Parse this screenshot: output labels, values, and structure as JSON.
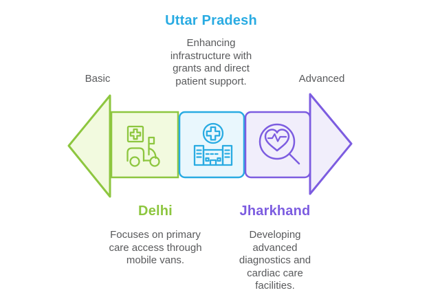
{
  "diagram": {
    "axis": {
      "left_label": "Basic",
      "right_label": "Advanced"
    },
    "top_item": {
      "title": "Uttar Pradesh",
      "description": "Enhancing\ninfrastructure with\ngrants and direct\npatient support.",
      "accent_color": "#29ABE2",
      "icon": "hospital-icon"
    },
    "bottom_items": [
      {
        "title": "Delhi",
        "description": "Focuses on primary\ncare access through\nmobile vans.",
        "accent_color": "#8DC63F",
        "icon": "medical-van-icon"
      },
      {
        "title": "Jharkhand",
        "description": "Developing\nadvanced\ndiagnostics and\ncardiac care\nfacilities.",
        "accent_color": "#7C5CE0",
        "icon": "heart-search-icon"
      }
    ],
    "colors": {
      "green_border": "#8DC63F",
      "green_fill": "#F2FADF",
      "blue_border": "#29ABE2",
      "blue_fill": "#E9F7FD",
      "purple_border": "#7C5CE0",
      "purple_fill": "#F1EEFB",
      "text_gray": "#58595B",
      "background": "#FFFFFF"
    }
  }
}
